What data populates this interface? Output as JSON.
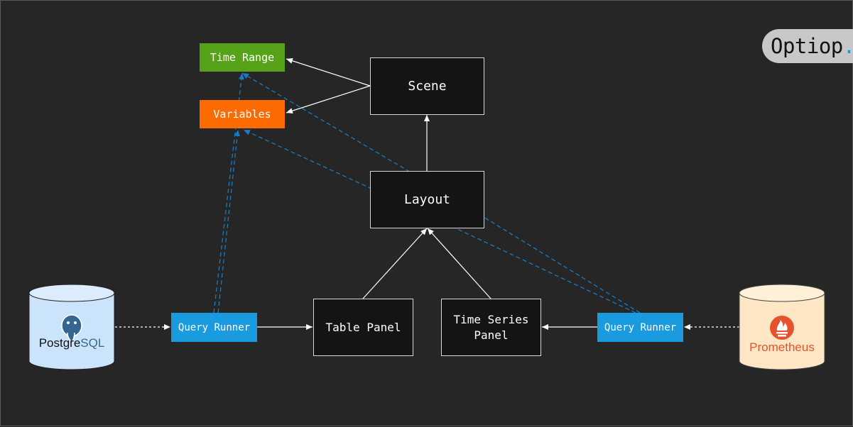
{
  "diagram": {
    "nodes": {
      "time_range": "Time Range",
      "variables": "Variables",
      "scene": "Scene",
      "layout": "Layout",
      "table_panel": "Table Panel",
      "time_series_panel_line1": "Time Series",
      "time_series_panel_line2": "Panel",
      "query_runner_left": "Query Runner",
      "query_runner_right": "Query Runner"
    },
    "datasources": {
      "postgres_prefix": "Postgre",
      "postgres_suffix": "SQL",
      "prometheus": "Prometheus"
    },
    "edges": [
      {
        "from": "scene",
        "to": "time_range",
        "style": "solid"
      },
      {
        "from": "scene",
        "to": "variables",
        "style": "solid"
      },
      {
        "from": "layout",
        "to": "scene",
        "style": "solid"
      },
      {
        "from": "table_panel",
        "to": "layout",
        "style": "solid"
      },
      {
        "from": "time_series_panel",
        "to": "layout",
        "style": "solid"
      },
      {
        "from": "query_runner_left",
        "to": "table_panel",
        "style": "solid"
      },
      {
        "from": "query_runner_right",
        "to": "time_series_panel",
        "style": "solid"
      },
      {
        "from": "postgresql",
        "to": "query_runner_left",
        "style": "dotted"
      },
      {
        "from": "prometheus",
        "to": "query_runner_right",
        "style": "dotted"
      },
      {
        "from": "query_runner_left",
        "to": "time_range",
        "style": "dashed"
      },
      {
        "from": "query_runner_left",
        "to": "variables",
        "style": "dashed"
      },
      {
        "from": "query_runner_right",
        "to": "time_range",
        "style": "dashed"
      },
      {
        "from": "query_runner_right",
        "to": "variables",
        "style": "dashed"
      }
    ]
  },
  "brand": {
    "logo_text": "Optiop",
    "logo_dot": "."
  },
  "colors": {
    "background": "#262626",
    "time_range": "#56a31a",
    "variables": "#fc6a02",
    "query_runner": "#1a9be0",
    "dependency_dashed": "#1a7bc0",
    "postgres_blue": "#336791",
    "prometheus_orange": "#e6522c"
  }
}
